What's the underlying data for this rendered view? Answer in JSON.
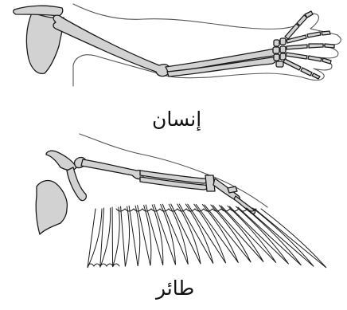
{
  "diagram": {
    "labels": {
      "human": "إنسان",
      "bird": "طائر"
    },
    "colors": {
      "bone_fill": "#d2d2d2",
      "outline": "#1a1a1a",
      "skin": "#555555",
      "background": "#ffffff"
    },
    "icons": {
      "human_arm": "human-arm-skeleton",
      "bird_wing": "bird-wing-skeleton"
    }
  }
}
